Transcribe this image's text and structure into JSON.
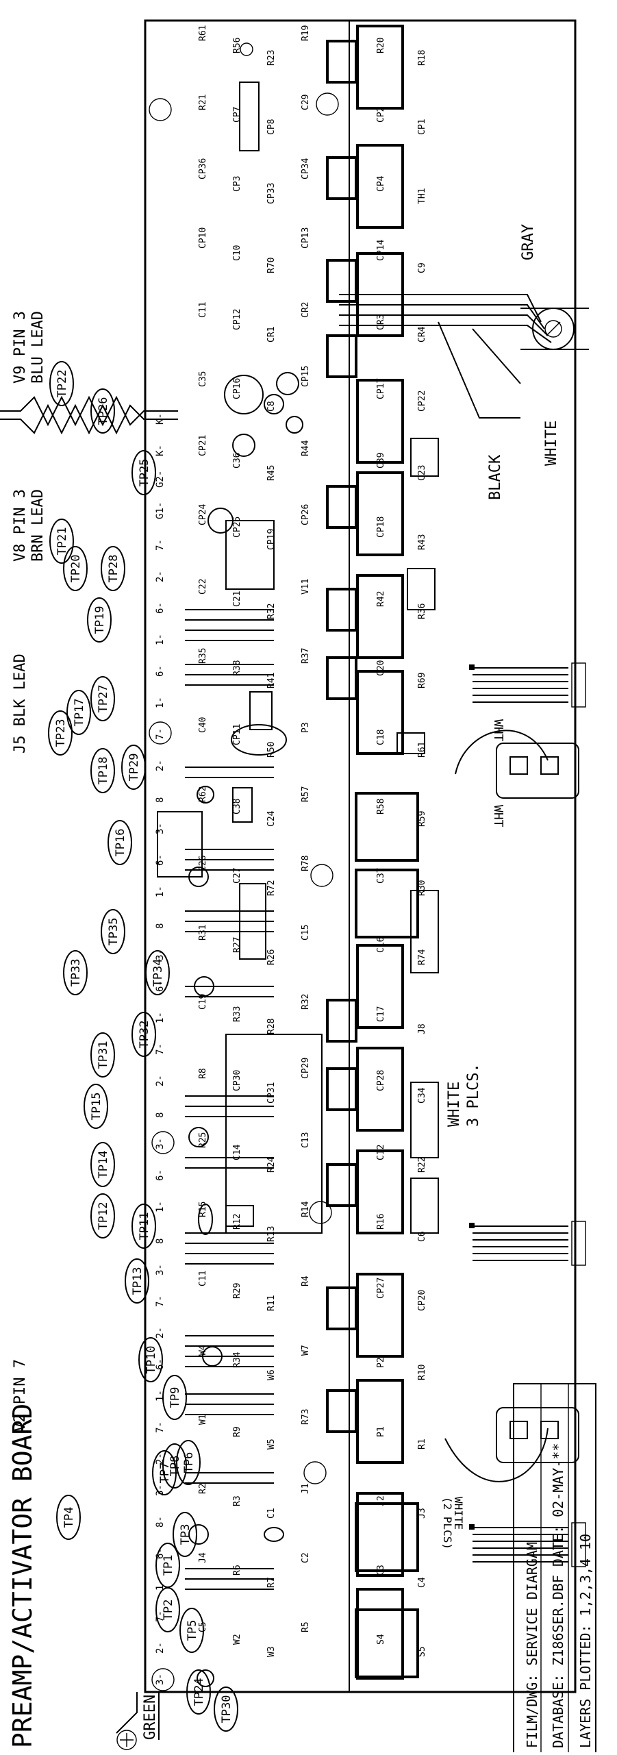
{
  "title": "PREAMP/ACTIVATOR BOARD",
  "title_block": {
    "line1": "FILM/DWG: SERVICE DIARGAM",
    "line2": "DATABASE:   Z186SER.DBF  DATE:  02-MAY-**",
    "line3": "LAYERS PLOTTED: 1,2,3,4           10"
  },
  "leads": {
    "v9": "V9 PIN 3",
    "v9_lead": "BLU LEAD",
    "v8": "V8 PIN 3",
    "v8_lead": "BRN LEAD",
    "j5": "J5 BLK LEAD",
    "v2": "V2 PIN 7",
    "black": "BLACK",
    "white": "WHITE",
    "gray": "GRAY",
    "green": "GREEN",
    "white3": "WHITE",
    "plcs3": "3 PLCS.",
    "white2": "WHITE",
    "plcs2": "(2 PLCS)",
    "wht_a": "WHT",
    "wht_b": "WHT"
  },
  "test_points": [
    "TP22",
    "TP26",
    "TP21",
    "TP20",
    "TP28",
    "TP25",
    "TP19",
    "TP27",
    "TP17",
    "TP23",
    "TP18",
    "TP16",
    "TP29",
    "TP35",
    "TP33",
    "TP34",
    "TP32",
    "TP31",
    "TP15",
    "TP14",
    "TP12",
    "TP11",
    "TP13",
    "TP10",
    "TP9",
    "TP8",
    "TP7",
    "TP6",
    "TP3",
    "TP4",
    "TP1",
    "TP2",
    "TP5",
    "TP24",
    "TP30"
  ],
  "pin_labels": [
    "3-",
    "2-",
    "7-",
    "1-",
    "6-",
    "8-",
    "3-",
    "2-",
    "7-",
    "1-",
    "6-",
    "2-",
    "7-",
    "3-",
    "8",
    "1-",
    "6-",
    "3-",
    "8",
    "2-",
    "7-",
    "1-",
    "6-",
    "3-",
    "8",
    "1-",
    "6-",
    "3-",
    "8",
    "2-",
    "7-",
    "1-",
    "6-",
    "1-",
    "6-",
    "2-",
    "7-",
    "G1-",
    "G2-",
    "K-",
    "K-"
  ],
  "components": [
    "R61",
    "R56",
    "R23",
    "R19",
    "R20",
    "R18",
    "R21",
    "CP7",
    "CP8",
    "C29",
    "CP2",
    "CP1",
    "CP36",
    "CP3",
    "CP33",
    "CP34",
    "CP4",
    "TH1",
    "CP10",
    "C10",
    "R70",
    "CP13",
    "CP14",
    "C9",
    "C11",
    "CP12",
    "CR1",
    "CR2",
    "CR3",
    "CR4",
    "C35",
    "CP16",
    "C8",
    "CP15",
    "CP17",
    "CP22",
    "CP21",
    "C36",
    "R45",
    "R44",
    "C39",
    "C23",
    "CP24",
    "CP25",
    "CP19",
    "CP26",
    "CP18",
    "R43",
    "C22",
    "C21",
    "R32",
    "V11",
    "R42",
    "R36",
    "R35",
    "R38",
    "R41",
    "R37",
    "C20",
    "R69",
    "C40",
    "CP11",
    "R50",
    "P3",
    "C18",
    "R61",
    "R62",
    "C38",
    "C24",
    "R57",
    "R58",
    "R59",
    "C26",
    "C27",
    "R72",
    "R78",
    "C37",
    "R30",
    "R31",
    "R27",
    "R26",
    "C15",
    "C16",
    "R74",
    "C19",
    "R33",
    "R28",
    "R32",
    "C17",
    "J8",
    "R8",
    "CP30",
    "CP31",
    "CP29",
    "CP28",
    "C34",
    "R25",
    "C14",
    "R24",
    "C13",
    "C12",
    "R22",
    "R15",
    "R12",
    "R13",
    "R14",
    "R16",
    "C6",
    "C11",
    "R29",
    "R11",
    "R4",
    "CP27",
    "CP20",
    "W4",
    "R34",
    "W6",
    "W7",
    "P2",
    "R10",
    "W1",
    "R9",
    "W5",
    "R73",
    "P1",
    "R1",
    "R2",
    "R3",
    "C1",
    "J1",
    "J2",
    "J3",
    "J4",
    "R6",
    "R7",
    "C2",
    "C3",
    "C4",
    "C5",
    "W2",
    "W3",
    "R5",
    "S4",
    "S5"
  ]
}
